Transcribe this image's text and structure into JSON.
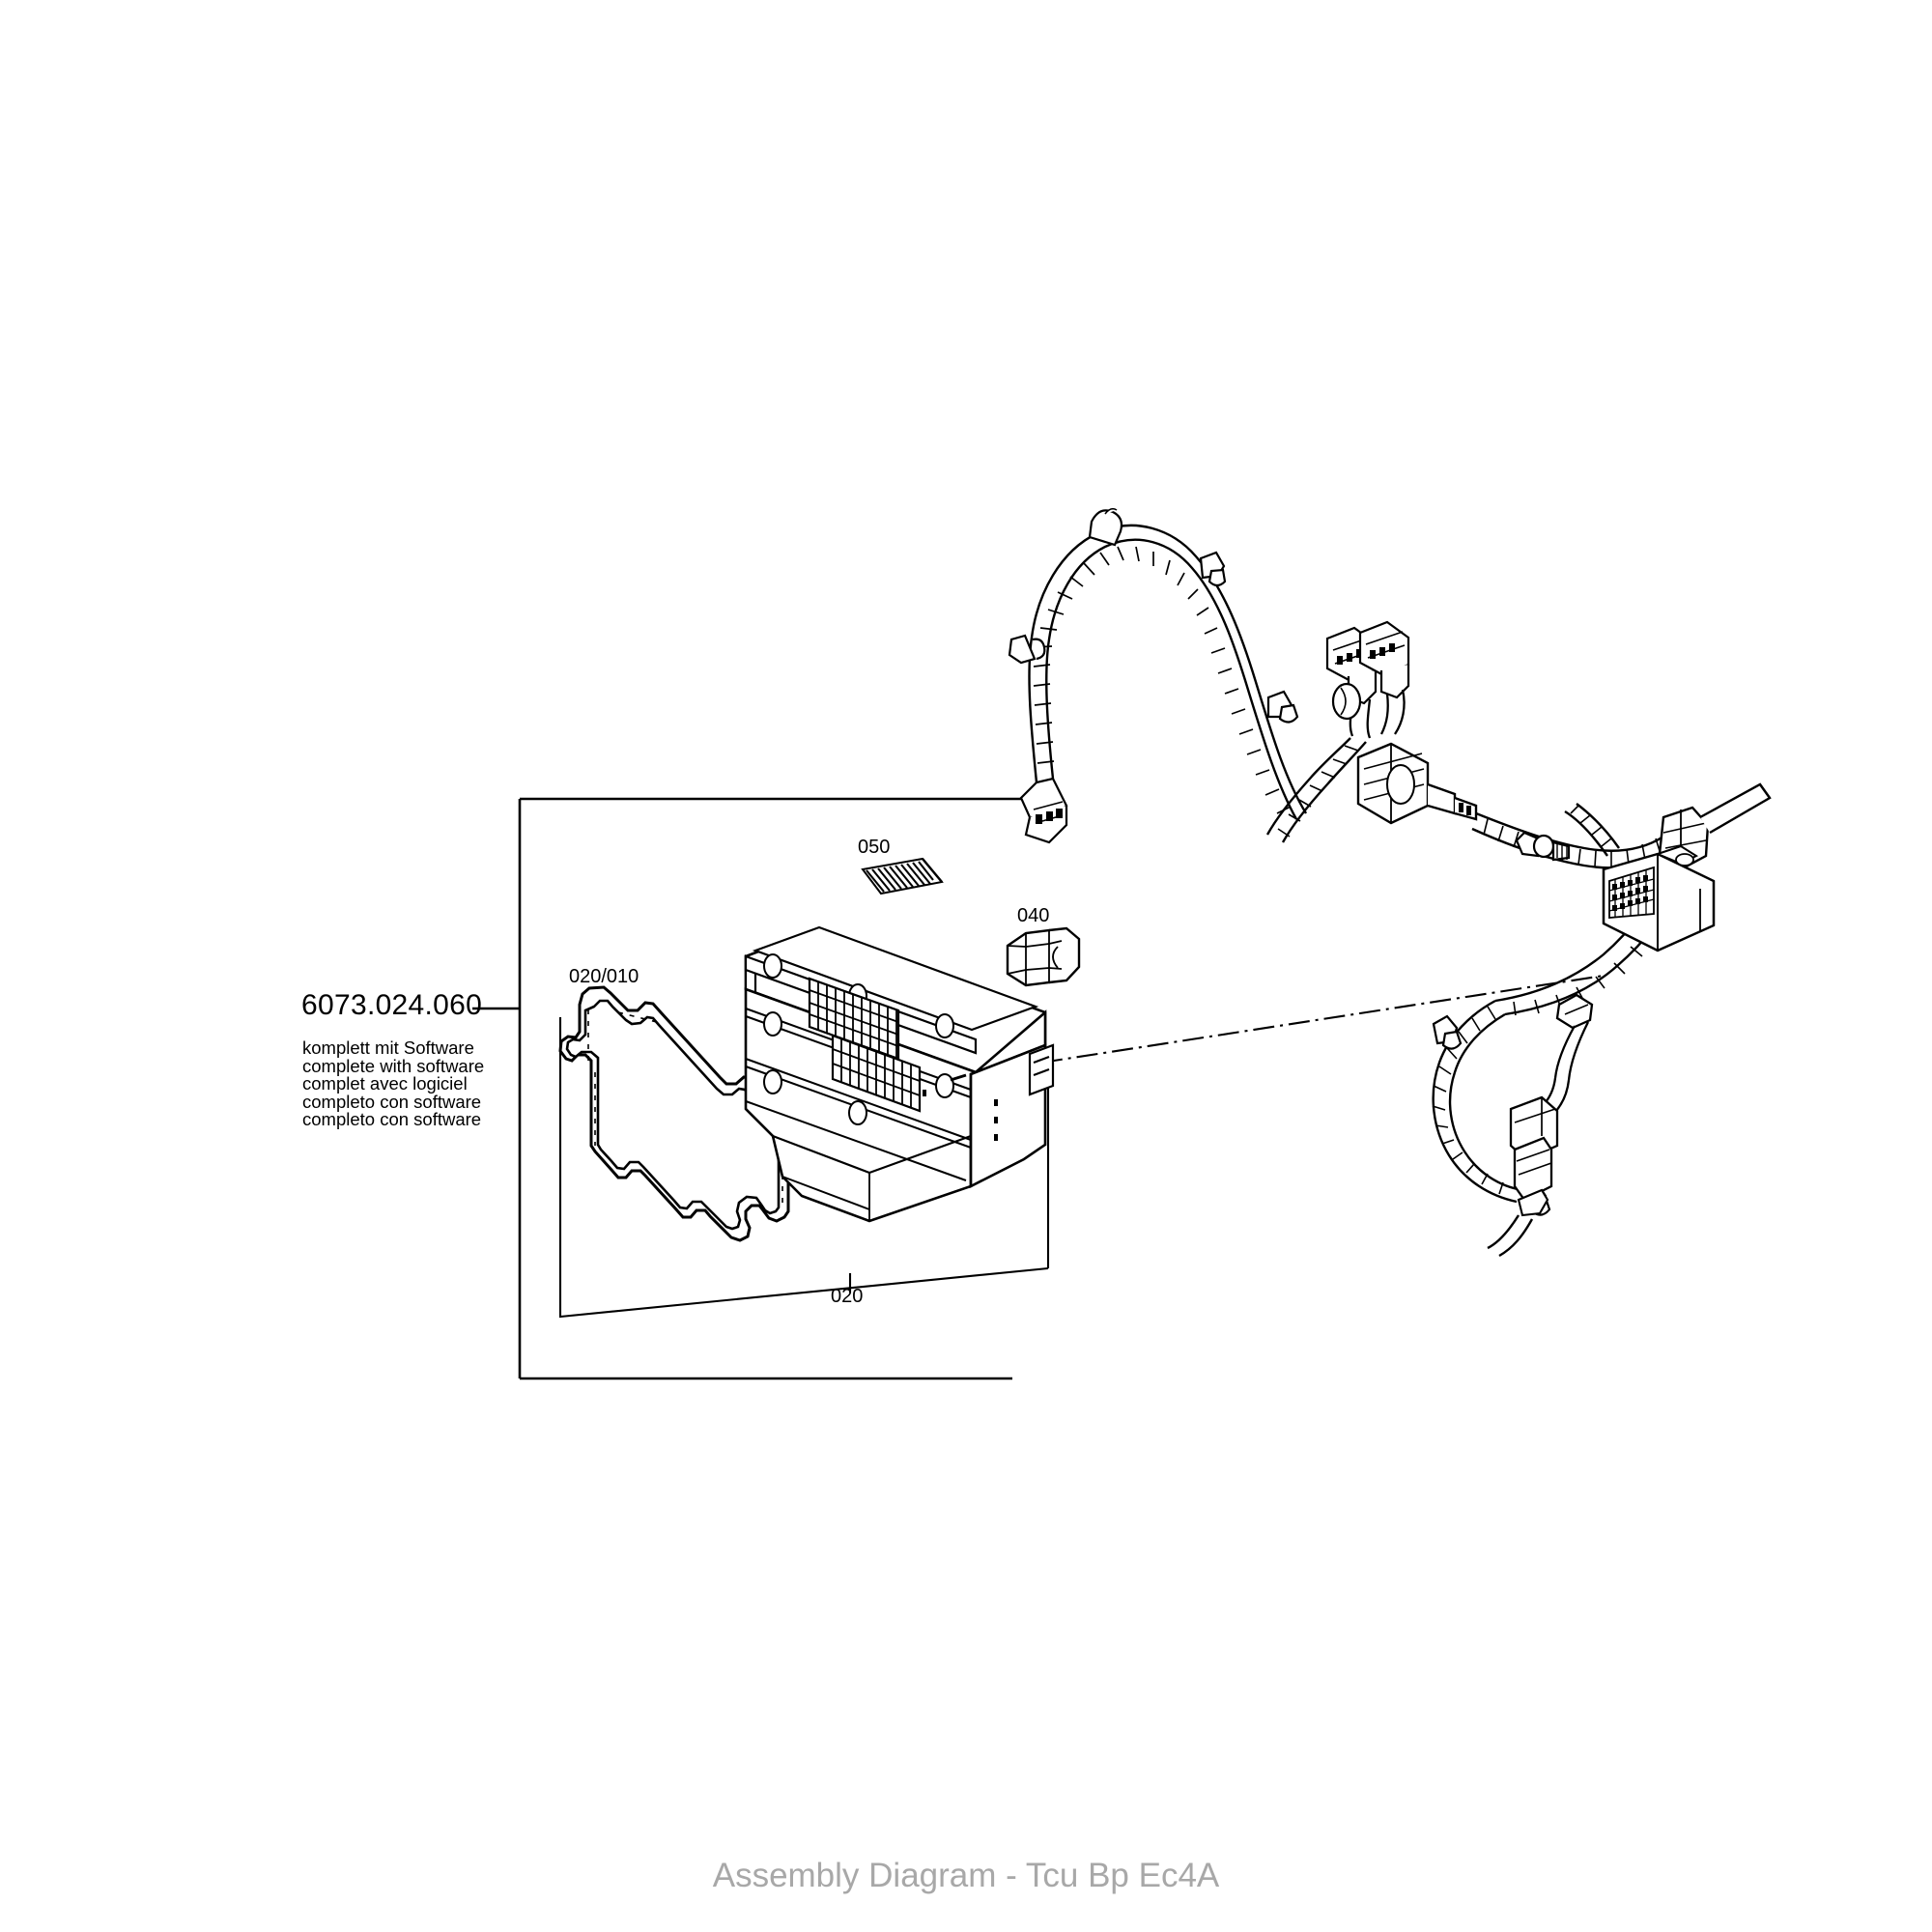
{
  "caption": "Assembly Diagram - Tcu Bp Ec4A",
  "part": {
    "number": "6073.024.060",
    "descriptions": [
      "komplett mit Software",
      "complete with software",
      "complet avec logiciel",
      "completo con software",
      "completo con software"
    ]
  },
  "callouts": [
    {
      "id": "020/010",
      "label": "020/010",
      "component": "gasket-seal"
    },
    {
      "id": "050",
      "label": "050",
      "component": "ribbed-strip"
    },
    {
      "id": "040",
      "label": "040",
      "component": "hex-cap-plug"
    },
    {
      "id": "020",
      "label": "020",
      "component": "control-unit-housing"
    }
  ],
  "components": {
    "control_unit": "tcu-housing",
    "gasket": "sealing-gasket",
    "wiring_harness": "cable-harness",
    "cap": "protective-cap",
    "strip": "contact-strip"
  },
  "colors": {
    "line": "#000000",
    "caption": "#a8a8a8",
    "background": "#ffffff"
  }
}
